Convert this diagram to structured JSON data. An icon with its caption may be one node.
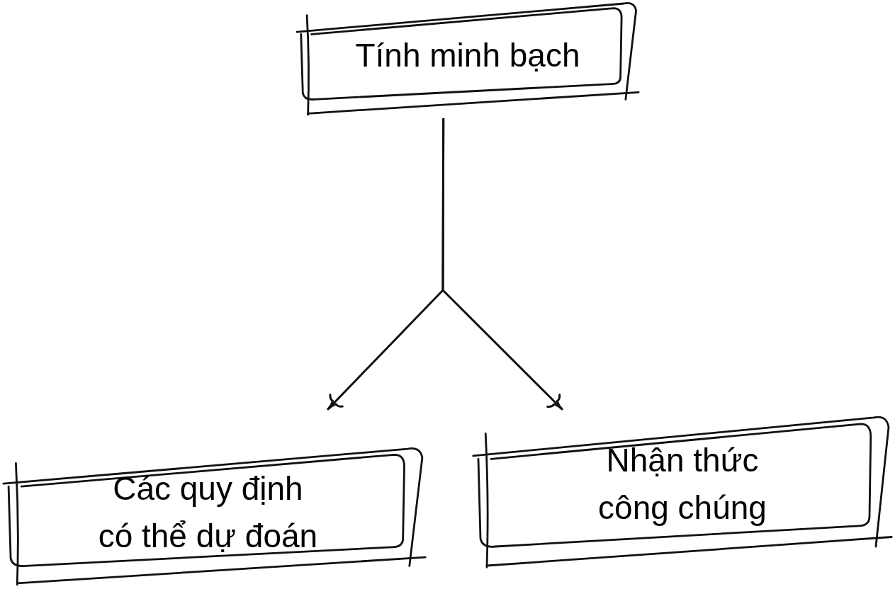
{
  "diagram": {
    "nodes": [
      {
        "text": [
          "Tính minh bạch"
        ]
      },
      {
        "text": [
          "Các quy định có thể dự đoán"
        ]
      },
      {
        "text": [
          "Nhận thức công chúng"
        ]
      }
    ],
    "edges": [
      {
        "from": 0,
        "to": 1,
        "arrow": "to"
      },
      {
        "from": 0,
        "to": 2,
        "arrow": "to"
      }
    ]
  }
}
